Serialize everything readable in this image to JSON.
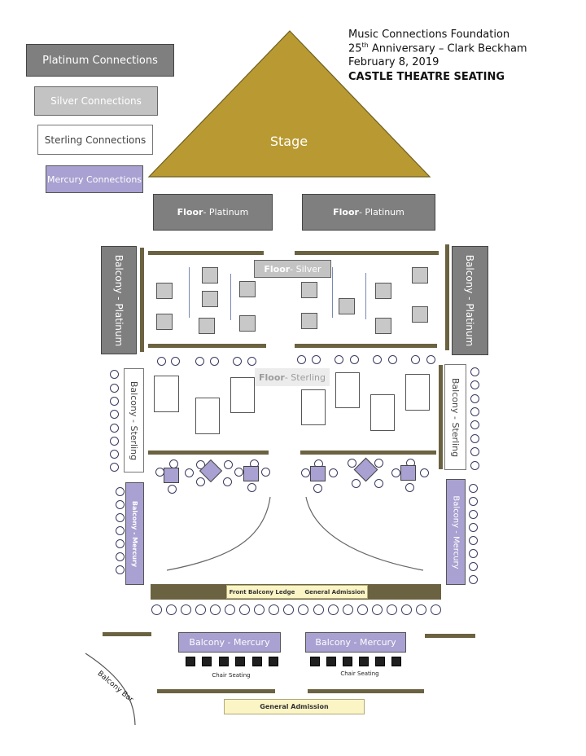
{
  "header": {
    "line1": "Music Connections Foundation",
    "line2_num": "25",
    "line2_sup": "th",
    "line2_rest": " Anniversary – Clark Beckham",
    "line3": "February 8, 2019",
    "line4": "CASTLE THEATRE SEATING"
  },
  "legend": {
    "platinum": "Platinum Connections",
    "silver": "Silver Connections",
    "sterling": "Sterling Connections",
    "mercury": "Mercury Connections"
  },
  "stage": {
    "label": "Stage",
    "color": "#b99a32"
  },
  "zones": {
    "floor_bold": "Floor",
    "floor_platinum": " - Platinum",
    "floor_silver": " - Silver",
    "floor_sterling": " - Sterling",
    "balcony_platinum": "Balcony - Platinum",
    "balcony_sterling": "Balcony - Sterling",
    "balcony_mercury": "Balcony - Mercury",
    "balcony_mercury_small": "Balcony - Mercury",
    "front_balcony_ledge": "Front Balcony Ledge",
    "general_admission": "General Admission",
    "chair_seating": "Chair Seating",
    "balcony_bar": "Balcony Bar"
  },
  "colors": {
    "platinum": "#7f7f7f",
    "silver": "#c3c3c3",
    "mercury": "#a8a1d1",
    "general_admission": "#fbf5c6",
    "rail": "#6b6241"
  }
}
